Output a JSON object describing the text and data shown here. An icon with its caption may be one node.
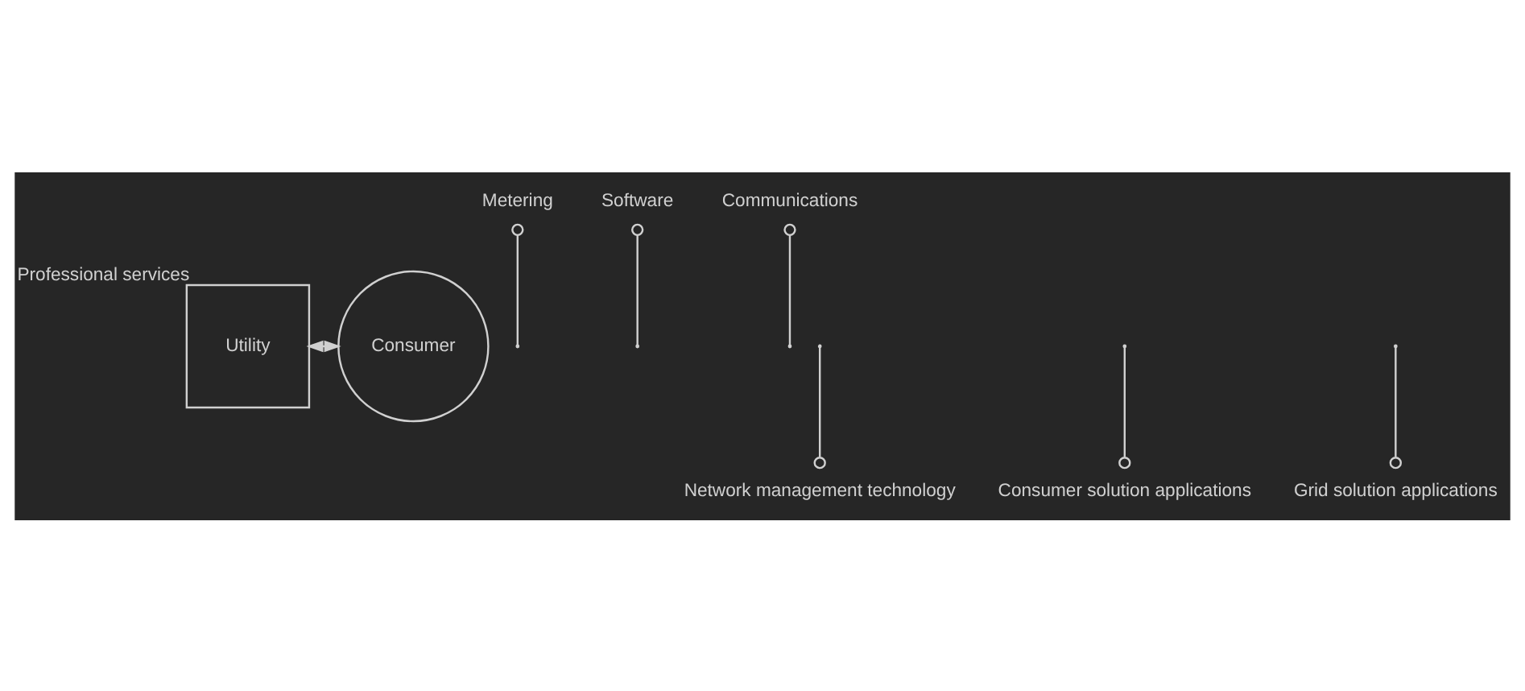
{
  "diagram": {
    "nodes": [
      {
        "text": [
          "Utility"
        ],
        "beside": [
          "Professional services"
        ]
      },
      {
        "text": [
          "Consumer"
        ]
      },
      {
        "text": [
          "Metering"
        ]
      },
      {
        "text": [
          "Software"
        ]
      },
      {
        "text": [
          "Communications"
        ]
      },
      {
        "text": [
          "Network management technology"
        ]
      },
      {
        "text": [
          "Consumer solution applications"
        ]
      },
      {
        "text": [
          "Grid solution applications"
        ]
      }
    ],
    "edges": [
      {
        "from": 0,
        "to": 1,
        "arrow": "both"
      },
      {
        "from": 2,
        "to": null,
        "arrow": "other"
      },
      {
        "from": 3,
        "to": null,
        "arrow": "other"
      },
      {
        "from": 4,
        "to": null,
        "arrow": "other"
      },
      {
        "from": 5,
        "to": null,
        "arrow": "other"
      },
      {
        "from": 6,
        "to": null,
        "arrow": "other"
      },
      {
        "from": 7,
        "to": null,
        "arrow": "other"
      }
    ]
  }
}
